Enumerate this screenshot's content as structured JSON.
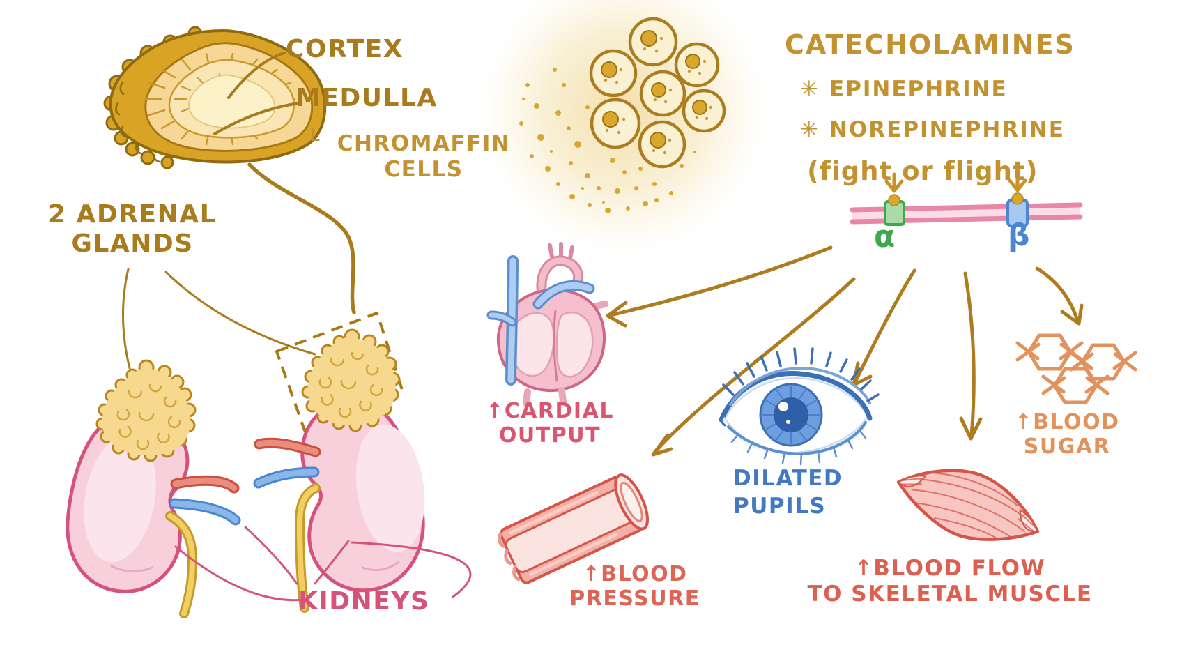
{
  "colors": {
    "gold_dark": "#a87c1c",
    "gold_light": "#c39230",
    "arrow_gold": "#ad7c1e",
    "kidney_pink": "#d5527b",
    "cardiac_rose": "#d95670",
    "vessel_coral": "#de6456",
    "muscle_red": "#dd5f50",
    "pupil_blue": "#4379c2",
    "sugar_orange": "#e2925c",
    "alpha_green": "#3fa84e",
    "beta_blue": "#4a86d2",
    "membrane_pink": "#e887a8"
  },
  "icons": [
    "adrenal-gland-cross-section-icon",
    "chromaffin-cell-cluster-icon",
    "kidney-icon",
    "adrenal-gland-icon",
    "dashed-zoom-box-icon",
    "cell-membrane-icon",
    "alpha-receptor-icon",
    "beta-receptor-icon",
    "heart-icon",
    "blood-vessel-icon",
    "eye-icon",
    "skeletal-muscle-icon",
    "glucose-molecules-icon",
    "arrow-icon"
  ],
  "anatomy": {
    "cortex_label": "CORTEX",
    "medulla_label": "MEDULLA",
    "chromaffin_bracket": "└",
    "chromaffin_label": "CHROMAFFIN\nCELLS",
    "adrenal_glands_label": "2 ADRENAL\nGLANDS",
    "kidneys_label": "KIDNEYS"
  },
  "catecholamines": {
    "title": "CATECHOLAMINES",
    "items": [
      {
        "bullet": "✳",
        "label": "EPINEPHRINE"
      },
      {
        "bullet": "✳",
        "label": "NOREPINEPHRINE"
      }
    ],
    "subtitle": "(fight or flight)"
  },
  "receptors": {
    "alpha": "α",
    "beta": "β"
  },
  "effects": {
    "cardiac_output": "↑CARDIAL\nOUTPUT",
    "blood_pressure": "↑BLOOD\nPRESSURE",
    "dilated_pupils": "DILATED\nPUPILS",
    "blood_flow": "↑BLOOD FLOW\nTO SKELETAL MUSCLE",
    "blood_sugar": "↑BLOOD\nSUGAR"
  }
}
